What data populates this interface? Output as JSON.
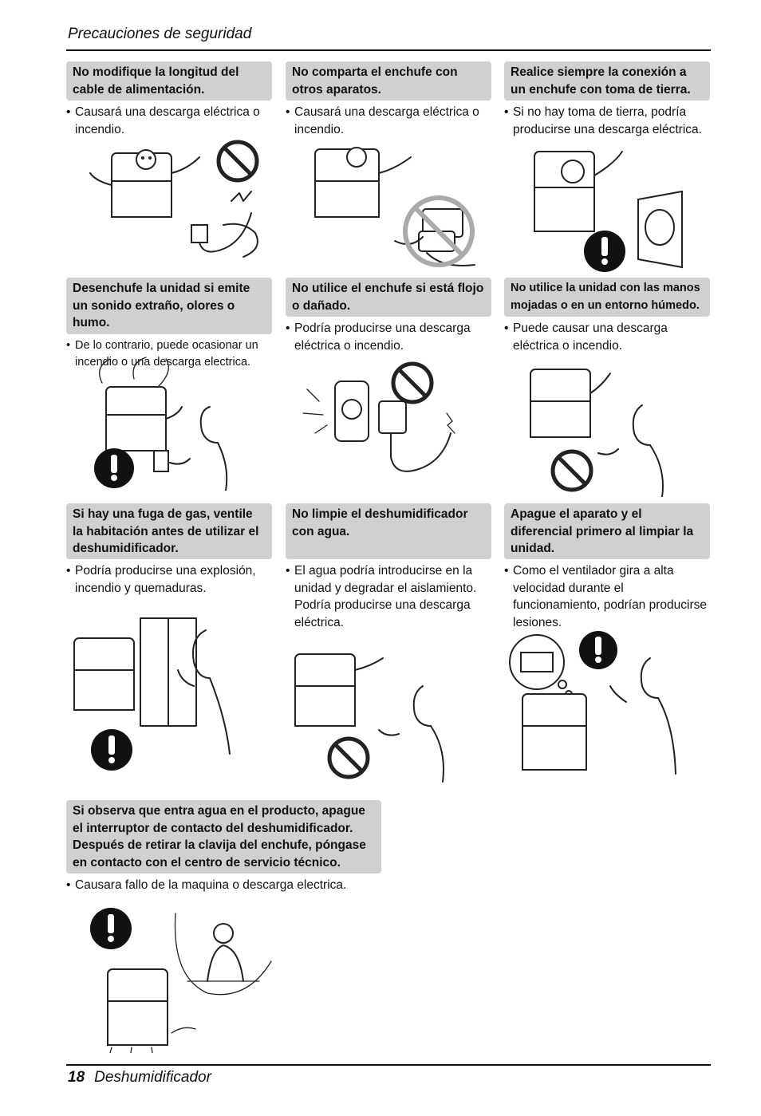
{
  "header": {
    "section_title": "Precauciones de seguridad"
  },
  "footer": {
    "page_number": "18",
    "product_name": "Deshumidificador"
  },
  "cards": [
    {
      "title": "No modifique la longitud del cable de alimentación.",
      "text": "Causará una descarga eléctrica o incendio."
    },
    {
      "title": "No comparta el enchufe con otros aparatos.",
      "text": "Causará una descarga eléctrica o incendio."
    },
    {
      "title": "Realice siempre la conexión a un enchufe con toma de tierra.",
      "text": "Si no hay toma de tierra, podría producirse una descarga eléctrica."
    },
    {
      "title": "Desenchufe la unidad si emite un sonido extraño, olores o humo.",
      "text": "De lo contrario, puede ocasionar un incendio o una descarga electrica."
    },
    {
      "title": "No utilice el enchufe si está flojo o dañado.",
      "text": "Podría producirse una descarga eléctrica o incendio."
    },
    {
      "title": "No utilice la unidad con las manos mojadas o en un entorno húmedo.",
      "text": "Puede causar una descarga eléctrica o incendio."
    },
    {
      "title": "Si hay una fuga de gas, ventile la habitación antes de utilizar el deshumidificador.",
      "text": "Podría producirse una explosión, incendio y quemaduras."
    },
    {
      "title": "No limpie el deshumidificador con agua.",
      "text": "El agua podría introducirse en la unidad y degradar el aislamiento. Podría producirse una descarga eléctrica."
    },
    {
      "title": "Apague el aparato y el diferencial primero al limpiar la unidad.",
      "text": "Como el ventilador gira a alta velocidad durante el funcionamiento, podrían producirse lesiones."
    },
    {
      "title": "Si observa que entra agua en el producto, apague el interruptor de contacto del deshumidificador. Después de retirar la clavija del enchufe, póngase en contacto con el centro de servicio técnico.",
      "text": "Causara fallo de la maquina o descarga electrica."
    }
  ],
  "bullet_char": "•"
}
